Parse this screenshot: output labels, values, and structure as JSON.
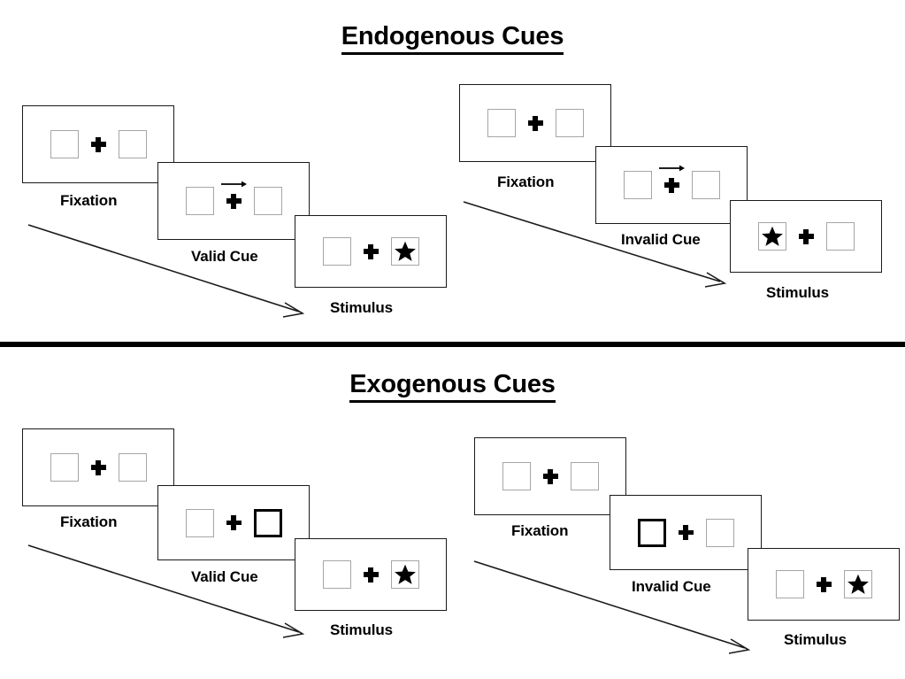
{
  "figure": {
    "title_endogenous": "Endogenous Cues",
    "title_exogenous": "Exogenous Cues",
    "divider_color": "#000000"
  },
  "labels": {
    "fixation": "Fixation",
    "valid_cue": "Valid Cue",
    "invalid_cue": "Invalid Cue",
    "stimulus": "Stimulus"
  },
  "icons": {
    "fixation_cross": "plus-icon",
    "cue_arrow_right": "arrow-right-icon",
    "target": "star-icon",
    "sequence_arrow": "diagonal-arrow-icon"
  },
  "colors": {
    "box_border": "#a6a6a6",
    "box_border_cued": "#000000",
    "panel_border": "#1a1a1a",
    "ink": "#000000",
    "background": "#ffffff"
  },
  "sections": [
    {
      "id": "endogenous",
      "title": "Endogenous Cues",
      "cue_type": "arrow",
      "sequences": [
        {
          "id": "endogenous-valid",
          "condition": "valid",
          "panels": [
            {
              "label": "Fixation",
              "cue": "none",
              "target": "none"
            },
            {
              "label": "Valid Cue",
              "cue": "arrow-right",
              "target": "none"
            },
            {
              "label": "Stimulus",
              "cue": "none",
              "target": "right"
            }
          ]
        },
        {
          "id": "endogenous-invalid",
          "condition": "invalid",
          "panels": [
            {
              "label": "Fixation",
              "cue": "none",
              "target": "none"
            },
            {
              "label": "Invalid Cue",
              "cue": "arrow-right",
              "target": "none"
            },
            {
              "label": "Stimulus",
              "cue": "none",
              "target": "left"
            }
          ]
        }
      ]
    },
    {
      "id": "exogenous",
      "title": "Exogenous Cues",
      "cue_type": "box-highlight",
      "sequences": [
        {
          "id": "exogenous-valid",
          "condition": "valid",
          "panels": [
            {
              "label": "Fixation",
              "cue": "none",
              "target": "none"
            },
            {
              "label": "Valid Cue",
              "cue": "box-right",
              "target": "none"
            },
            {
              "label": "Stimulus",
              "cue": "none",
              "target": "right"
            }
          ]
        },
        {
          "id": "exogenous-invalid",
          "condition": "invalid",
          "panels": [
            {
              "label": "Fixation",
              "cue": "none",
              "target": "none"
            },
            {
              "label": "Invalid Cue",
              "cue": "box-left",
              "target": "none"
            },
            {
              "label": "Stimulus",
              "cue": "none",
              "target": "right"
            }
          ]
        }
      ]
    }
  ]
}
